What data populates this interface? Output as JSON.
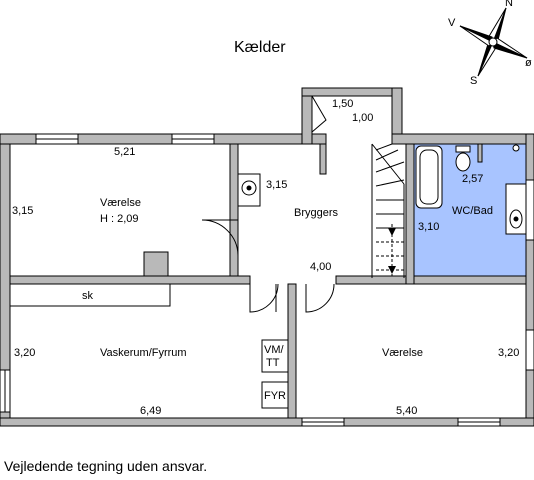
{
  "title": "Kælder",
  "disclaimer": "Vejledende tegning uden ansvar.",
  "compass": {
    "n": "N",
    "s": "S",
    "v": "V",
    "o": "ø"
  },
  "colors": {
    "wall": "#b9b9b9",
    "wc_fill": "#a8c4ff",
    "line": "#000000"
  },
  "rooms": {
    "vaerelse_top": {
      "name": "Værelse",
      "height": "H : 2,09",
      "width": "5,21",
      "depth": "3,15"
    },
    "bryggers": {
      "name": "Bryggers",
      "width": "4,00",
      "depth": "3,15"
    },
    "niche": {
      "width": "1,50",
      "depth": "1,00"
    },
    "wc": {
      "name": "WC/Bad",
      "width": "2,57",
      "depth": "3,10"
    },
    "vaskerum": {
      "name": "Vaskerum/Fyrrum",
      "width": "6,49",
      "depth": "3,20",
      "shelf": "sk"
    },
    "vaerelse_bottom": {
      "name": "Værelse",
      "width": "5,40",
      "depth": "3,20"
    }
  },
  "fixtures": {
    "vmtt_line1": "VM/",
    "vmtt_line2": "TT",
    "fyr": "FYR"
  }
}
